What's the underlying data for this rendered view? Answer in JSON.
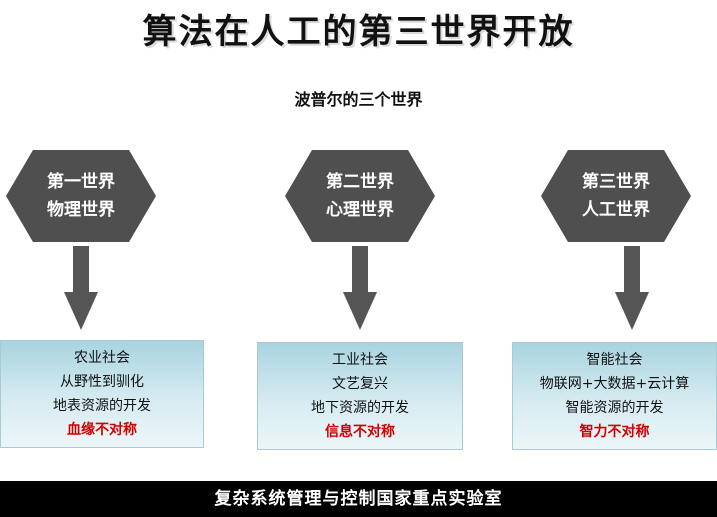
{
  "title": "算法在人工的第三世界开放",
  "subtitle": "波普尔的三个世界",
  "worlds": [
    {
      "line1": "第一世界",
      "line2": "物理世界",
      "items": [
        "农业社会",
        "从野性到驯化",
        "地表资源的开发"
      ],
      "highlight": "血缘不对称"
    },
    {
      "line1": "第二世界",
      "line2": "心理世界",
      "items": [
        "工业社会",
        "文艺复兴",
        "地下资源的开发"
      ],
      "highlight": "信息不对称"
    },
    {
      "line1": "第三世界",
      "line2": "人工世界",
      "items": [
        "智能社会",
        "物联网+大数据+云计算",
        "智能资源的开发"
      ],
      "highlight": "智力不对称"
    }
  ],
  "footer": "复杂系统管理与控制国家重点实验室",
  "colors": {
    "world_fill": "#4f4f4f",
    "arrow": "#555555",
    "box_top": "#a8d4e0",
    "highlight": "#d40000",
    "footer_bg": "#000000"
  }
}
